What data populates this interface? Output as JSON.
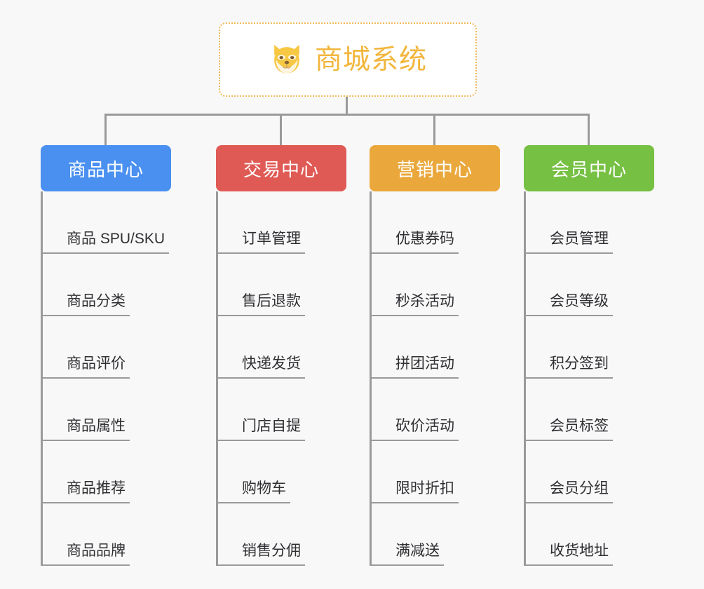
{
  "background_color": "#f8f8f8",
  "root": {
    "title": "商城系统",
    "icon": "shiba-dog-icon",
    "text_color": "#f2b63c",
    "border_color": "#f0b95b"
  },
  "connector_color": "#9a9a9a",
  "branches": [
    {
      "label": "商品中心",
      "color": "#4a90f0",
      "leaves": [
        "商品 SPU/SKU",
        "商品分类",
        "商品评价",
        "商品属性",
        "商品推荐",
        "商品品牌"
      ]
    },
    {
      "label": "交易中心",
      "color": "#e05a55",
      "leaves": [
        "订单管理",
        "售后退款",
        "快递发货",
        "门店自提",
        "购物车",
        "销售分佣"
      ]
    },
    {
      "label": "营销中心",
      "color": "#eaa83c",
      "leaves": [
        "优惠券码",
        "秒杀活动",
        "拼团活动",
        "砍价活动",
        "限时折扣",
        "满减送"
      ]
    },
    {
      "label": "会员中心",
      "color": "#76c043",
      "leaves": [
        "会员管理",
        "会员等级",
        "积分签到",
        "会员标签",
        "会员分组",
        "收货地址"
      ]
    }
  ]
}
